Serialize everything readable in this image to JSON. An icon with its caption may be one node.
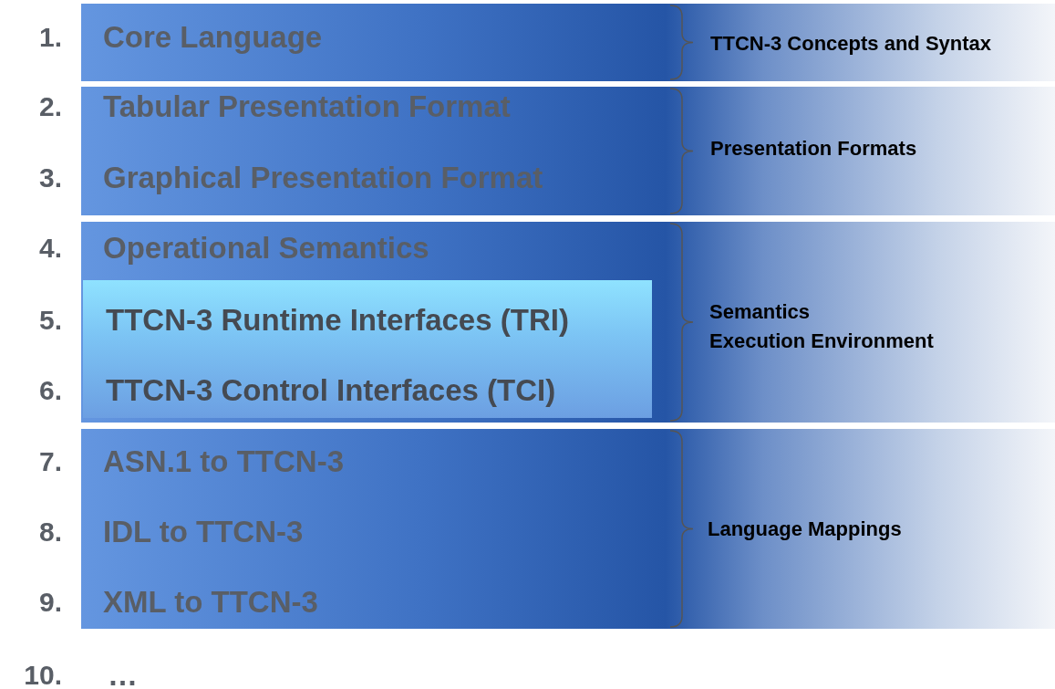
{
  "diagram": {
    "nodes": [
      {
        "text": [
          "TTCN-3 Concepts and Syntax"
        ]
      },
      {
        "text": [
          "Core Language"
        ],
        "in": 0,
        "beside": [
          "1."
        ]
      },
      {
        "text": [
          "Presentation Formats"
        ]
      },
      {
        "text": [
          "Tabular Presentation Format"
        ],
        "in": 2,
        "beside": [
          "2."
        ]
      },
      {
        "text": [
          "Graphical Presentation Format"
        ],
        "in": 2,
        "beside": [
          "3."
        ]
      },
      {
        "text": [
          "Semantics",
          "Execution Environment"
        ]
      },
      {
        "text": [
          "Operational Semantics"
        ],
        "in": 5,
        "beside": [
          "4."
        ]
      },
      {
        "text": [],
        "shape": "box",
        "in": 5
      },
      {
        "text": [
          "TTCN-3 Runtime Interfaces (TRI)"
        ],
        "in": 7,
        "beside": [
          "5."
        ]
      },
      {
        "text": [
          "TTCN-3 Control Interfaces (TCI)"
        ],
        "in": 7,
        "beside": [
          "6."
        ]
      },
      {
        "text": [
          "Language Mappings"
        ]
      },
      {
        "text": [
          "ASN.1 to TTCN-3"
        ],
        "in": 10,
        "beside": [
          "7."
        ]
      },
      {
        "text": [
          "IDL to TTCN-3"
        ],
        "in": 10,
        "beside": [
          "8."
        ]
      },
      {
        "text": [
          "XML to TTCN-3"
        ],
        "in": 10,
        "beside": [
          "9."
        ]
      }
    ],
    "labels": [
      "10.",
      "…"
    ]
  }
}
